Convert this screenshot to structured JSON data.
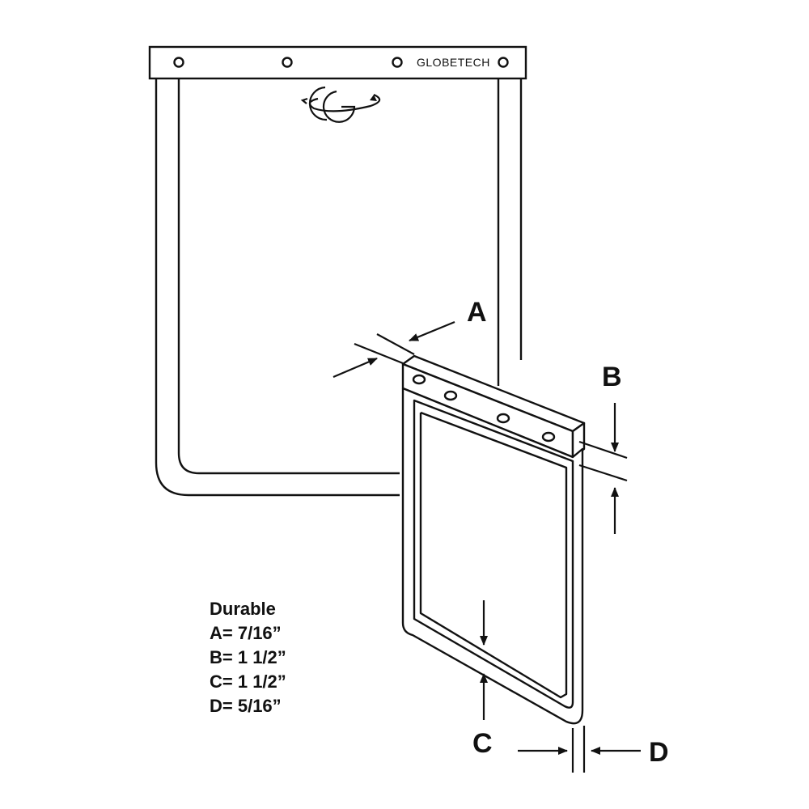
{
  "brand": "GLOBETECH",
  "labels": {
    "a": "A",
    "b": "B",
    "c": "C",
    "d": "D"
  },
  "specs": {
    "title": "Durable",
    "lines": [
      "A= 7/16”",
      "B= 1 1/2”",
      "C= 1 1/2”",
      "D= 5/16”"
    ]
  }
}
